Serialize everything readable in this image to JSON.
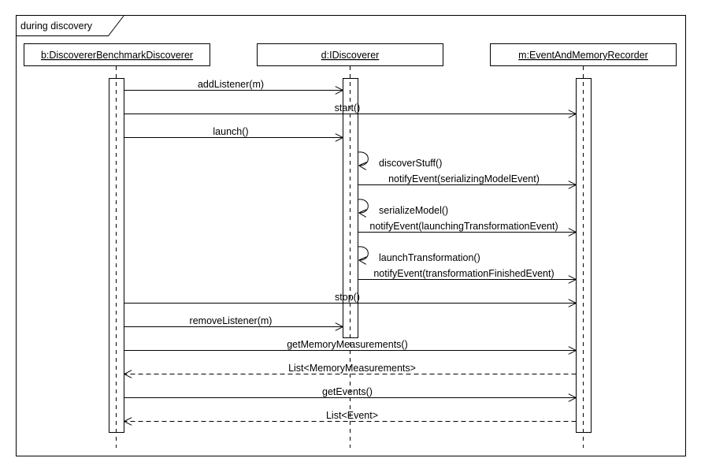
{
  "frame": {
    "label": "during discovery"
  },
  "lifelines": [
    {
      "id": "b",
      "label": "b:DiscovererBenchmarkDiscoverer"
    },
    {
      "id": "d",
      "label": "d:IDiscoverer"
    },
    {
      "id": "m",
      "label": "m:EventAndMemoryRecorder"
    }
  ],
  "messages": [
    {
      "from": "b",
      "to": "d",
      "kind": "call",
      "label": "addListener(m)"
    },
    {
      "from": "b",
      "to": "m",
      "kind": "call",
      "label": "start()"
    },
    {
      "from": "b",
      "to": "d",
      "kind": "call",
      "label": "launch()"
    },
    {
      "from": "d",
      "to": "d",
      "kind": "self",
      "label": "discoverStuff()"
    },
    {
      "from": "d",
      "to": "m",
      "kind": "call",
      "label": "notifyEvent(serializingModelEvent)"
    },
    {
      "from": "d",
      "to": "d",
      "kind": "self",
      "label": "serializeModel()"
    },
    {
      "from": "d",
      "to": "m",
      "kind": "call",
      "label": "notifyEvent(launchingTransformationEvent)"
    },
    {
      "from": "d",
      "to": "d",
      "kind": "self",
      "label": "launchTransformation()"
    },
    {
      "from": "d",
      "to": "m",
      "kind": "call",
      "label": "notifyEvent(transformationFinishedEvent)"
    },
    {
      "from": "b",
      "to": "m",
      "kind": "call",
      "label": "stop()"
    },
    {
      "from": "b",
      "to": "d",
      "kind": "call",
      "label": "removeListener(m)"
    },
    {
      "from": "b",
      "to": "m",
      "kind": "call",
      "label": "getMemoryMeasurements()"
    },
    {
      "from": "m",
      "to": "b",
      "kind": "return",
      "label": "List<MemoryMeasurements>"
    },
    {
      "from": "b",
      "to": "m",
      "kind": "call",
      "label": "getEvents()"
    },
    {
      "from": "m",
      "to": "b",
      "kind": "return",
      "label": "List<Event>"
    }
  ]
}
